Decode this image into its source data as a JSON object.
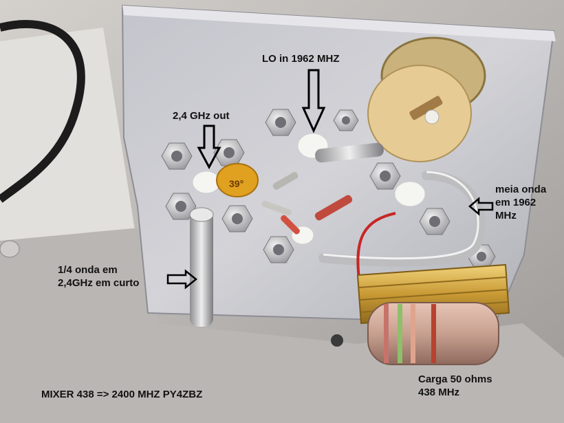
{
  "labels": {
    "lo_in": "LO in 1962 MHZ",
    "out_24": "2,4 GHz out",
    "meia_onda": "meia onda\nem 1962\nMHz",
    "quarter_wave": "1/4 onda em\n2,4GHz em curto",
    "mixer": "MIXER 438 => 2400 MHZ   PY4ZBZ",
    "carga": "Carga 50 ohms\n438 MHz",
    "capacitor_marking": "39°"
  },
  "colors": {
    "annotation_text": "#111111",
    "panel": "#c9c9cf",
    "resistor_body": "#c8a090",
    "gold_heatsink": "#d9b04a"
  }
}
